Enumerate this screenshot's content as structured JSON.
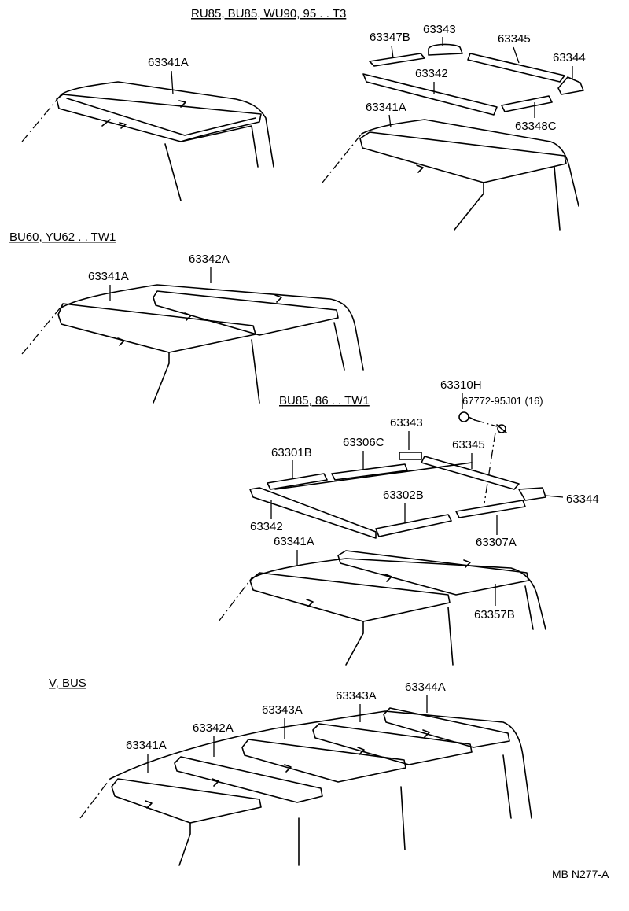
{
  "sections": {
    "s1": "RU85, BU85, WU90, 95 . . T3",
    "s2": "BU60, YU62 . . TW1",
    "s3": "BU85, 86 . . TW1",
    "s4": "V, BUS"
  },
  "labels": {
    "a_63341A": "63341A",
    "b_63347B": "63347B",
    "b_63343": "63343",
    "b_63345": "63345",
    "b_63344": "63344",
    "b_63342": "63342",
    "b_63348C": "63348C",
    "b_63341A": "63341A",
    "c_63342A": "63342A",
    "c_63341A": "63341A",
    "d_63310H": "63310H",
    "d_67772": "67772-95J01  (16)",
    "d_63343": "63343",
    "d_63301B": "63301B",
    "d_63306C": "63306C",
    "d_63345": "63345",
    "d_63302B": "63302B",
    "d_63344": "63344",
    "d_63342": "63342",
    "d_63307A": "63307A",
    "d_63341A": "63341A",
    "d_63357B": "63357B",
    "e_63343A_1": "63343A",
    "e_63344A": "63344A",
    "e_63342A": "63342A",
    "e_63343A_2": "63343A",
    "e_63341A": "63341A"
  },
  "footer": {
    "code": "MB N277-A"
  },
  "icons": [
    "rivet-icon",
    "clip-icon"
  ]
}
